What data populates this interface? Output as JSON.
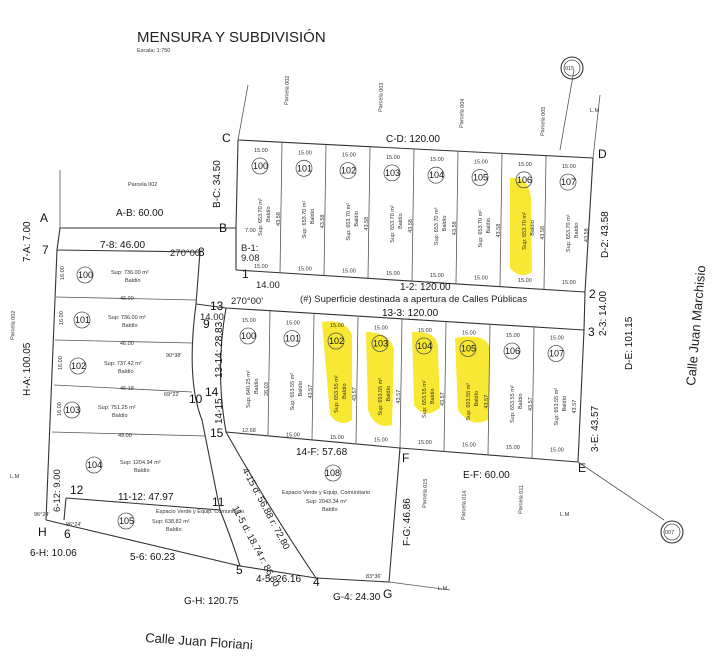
{
  "header": {
    "title": "MENSURA Y SUBDIVISIÓN",
    "scale": "Escala: 1:750"
  },
  "streets": {
    "bottom": "Calle Juan Floriani",
    "right": "Calle Juan Marchisio"
  },
  "notes": {
    "public_street": "(#) Superficie destinada a apertura de Calles Públicas"
  },
  "circles": {
    "top_right": "015",
    "bottom_right": "007"
  },
  "parcels": [
    "Parcela 002",
    "Parcela 003",
    "Parcela 004",
    "Parcela 005",
    "Parcela 002",
    "Parcela 002",
    "Parcela 015",
    "Parcela 014",
    "Parcela 011"
  ],
  "points": [
    "A",
    "B",
    "C",
    "D",
    "E",
    "F",
    "G",
    "H",
    "1",
    "2",
    "3",
    "4",
    "5",
    "6",
    "7",
    "8",
    "9",
    "10",
    "11",
    "12",
    "13",
    "14",
    "15"
  ],
  "dimensions": {
    "cd": "C-D: 120.00",
    "bc": "B-C: 34.50",
    "ab": "A-B: 60.00",
    "d2": "D-2: 43.58",
    "b1": "B-1:",
    "b1v": "9.08",
    "a7": "7-A: 7.00",
    "d78": "7-8: 46.00",
    "l12": "1-2: 120.00",
    "l133": "13-3: 120.00",
    "l23": "2-3: 14.00",
    "de": "D-E: 101.15",
    "ha": "H-A: 100.05",
    "l1314": "13-14: 28.83",
    "l1415": "14-15",
    "l3e": "3-E: 43.57",
    "l14f": "14-F: 57.68",
    "ef": "E-F: 60.00",
    "fg": "F-G: 46.86",
    "l415": "4-15 d: 56.88 r: 72.80",
    "l115": "11-5 d: 18.74 r: 86.80",
    "l612": "6-12: 9.00",
    "l1112": "11-12: 47.97",
    "h6": "6-H: 10.06",
    "l56": "5-6: 60.23",
    "l45": "4-5: 26.16",
    "g4": "G-4: 24.30",
    "gh": "G-H: 120.75",
    "v14": "14.00",
    "v1500": "15.00",
    "v4600": "46.00",
    "v4900": "49.00",
    "v4618": "46.18",
    "v1600": "16.00",
    "v4358": "43.58",
    "v4357": "43.57",
    "v1268": "12.68",
    "v2603": "26.03",
    "ang270": "270°00'",
    "ang9038": "90°38'",
    "ang6922": "69°22'",
    "ang8336": "83°36'",
    "ang9624": "96°24'",
    "lm": "L.M",
    "v700": "7.00"
  },
  "north_lots": {
    "numbers": [
      "100",
      "101",
      "102",
      "103",
      "104",
      "105",
      "106",
      "107"
    ],
    "area": "Sup: 653.70 m²",
    "use": "Baldío"
  },
  "south_lots": {
    "numbers": [
      "100",
      "101",
      "102",
      "103",
      "104",
      "105",
      "106",
      "107"
    ],
    "area_100": "Sup: 640.25 m²",
    "area": "Sup: 653.55 m²",
    "use": "Baldío"
  },
  "west_lots": [
    {
      "num": "100",
      "area": "Sup: 736.00 m²",
      "use": "Baldío"
    },
    {
      "num": "101",
      "area": "Sup: 736.00 m²",
      "use": "Baldío"
    },
    {
      "num": "102",
      "area": "Sup: 737.42 m²",
      "use": "Baldío"
    },
    {
      "num": "103",
      "area": "Sup: 751.25 m²",
      "use": "Baldío"
    },
    {
      "num": "104",
      "area": "Sup: 1204.94 m²",
      "use": "Baldío"
    },
    {
      "num": "105",
      "area": "Sup: 638.82 m²",
      "use": "Baldío",
      "label": "Espacio Verde y Equip. Comunitario"
    }
  ],
  "green_lot": {
    "num": "108",
    "label": "Espacio Verde y Equip. Comunitario",
    "area": "Sup: 2043.34 m²",
    "use": "Baldío"
  }
}
